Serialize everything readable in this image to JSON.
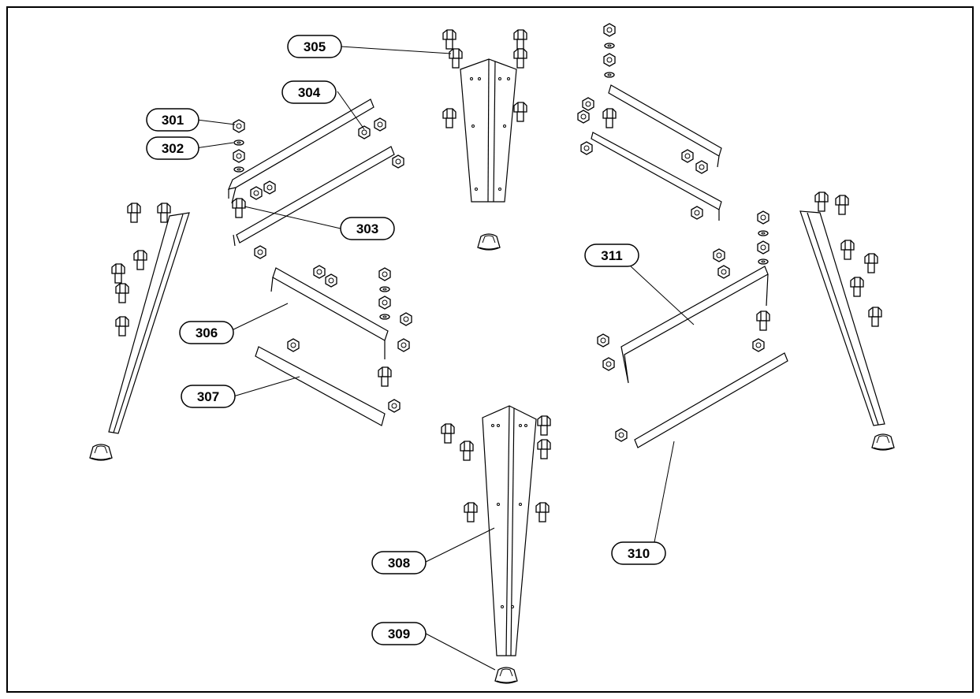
{
  "callouts": [
    {
      "id": "c301",
      "text": "301"
    },
    {
      "id": "c302",
      "text": "302"
    },
    {
      "id": "c303",
      "text": "303"
    },
    {
      "id": "c304",
      "text": "304"
    },
    {
      "id": "c305",
      "text": "305"
    },
    {
      "id": "c306",
      "text": "306"
    },
    {
      "id": "c307",
      "text": "307"
    },
    {
      "id": "c308",
      "text": "308"
    },
    {
      "id": "c309",
      "text": "309"
    },
    {
      "id": "c310",
      "text": "310"
    },
    {
      "id": "c311",
      "text": "311"
    }
  ]
}
